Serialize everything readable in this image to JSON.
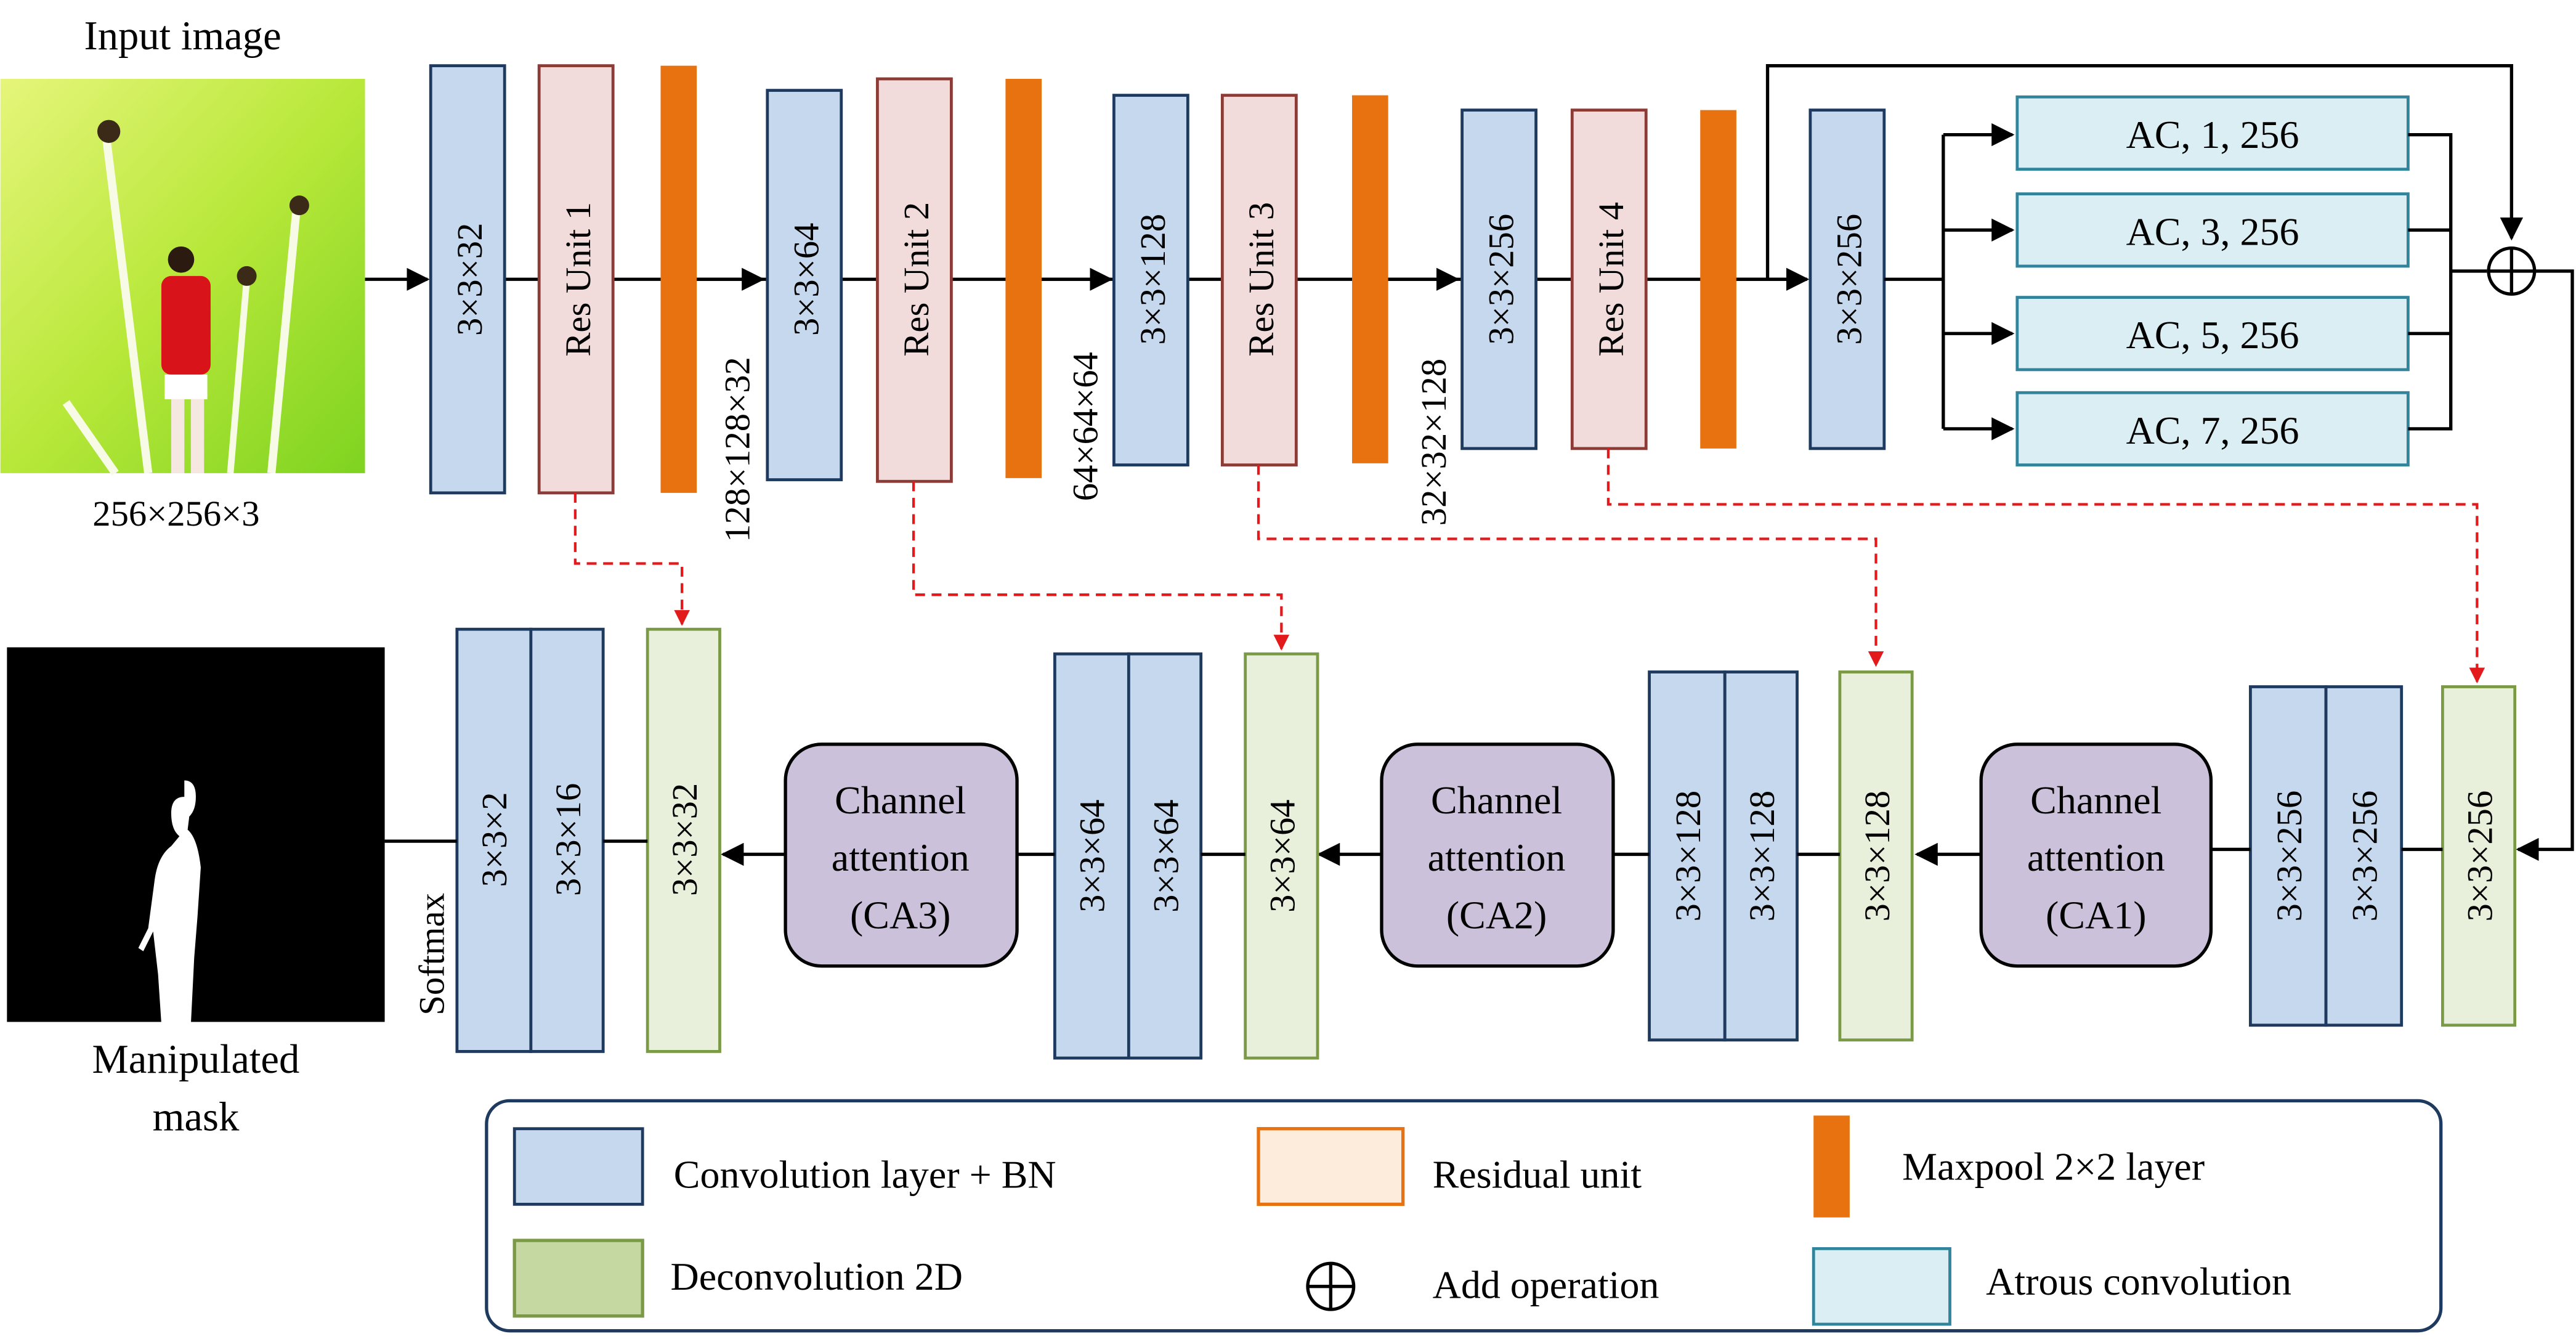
{
  "input": {
    "title": "Input image",
    "dims": "256×256×3"
  },
  "output": {
    "title_line1": "Manipulated",
    "title_line2": "mask",
    "activation": "Softmax"
  },
  "encoder": {
    "blocks": [
      {
        "conv": "3×3×32",
        "res": "Res  Unit 1",
        "out_dims": "128×128×32"
      },
      {
        "conv": "3×3×64",
        "res": "Res  Unit 2",
        "out_dims": "64×64×64"
      },
      {
        "conv": "3×3×128",
        "res": "Res  Unit 3",
        "out_dims": "32×32×128"
      },
      {
        "conv": "3×3×256",
        "res": "Res  Unit 4"
      }
    ]
  },
  "bridge": {
    "conv": "3×3×256",
    "atrous": [
      "AC, 1, 256",
      "AC, 3, 256",
      "AC, 5, 256",
      "AC, 7, 256"
    ],
    "add_symbol": "⊕"
  },
  "decoder": {
    "stages": [
      {
        "deconv": "3×3×256",
        "convs": [
          "3×3×256",
          "3×3×256"
        ],
        "ca": [
          "Channel",
          "attention",
          "(CA1)"
        ]
      },
      {
        "deconv": "3×3×128",
        "convs": [
          "3×3×128",
          "3×3×128"
        ],
        "ca": [
          "Channel",
          "attention",
          "(CA2)"
        ]
      },
      {
        "deconv": "3×3×64",
        "convs": [
          "3×3×64",
          "3×3×64"
        ],
        "ca": [
          "Channel",
          "attention",
          "(CA3)"
        ]
      },
      {
        "deconv": "3×3×32",
        "convs": [
          "3×3×2",
          "3×3×16"
        ]
      }
    ]
  },
  "legend": {
    "items": [
      {
        "label": "Convolution layer + BN",
        "kind": "conv"
      },
      {
        "label": "Residual unit",
        "kind": "res"
      },
      {
        "label": "Maxpool 2×2 layer",
        "kind": "pool"
      },
      {
        "label": "Deconvolution 2D",
        "kind": "deconv"
      },
      {
        "label": "Add operation",
        "kind": "add"
      },
      {
        "label": "Atrous convolution",
        "kind": "atrous"
      }
    ],
    "add_symbol": "⊕"
  },
  "colors": {
    "conv": "#c5d8ee",
    "residual": "#f2dcdb",
    "maxpool": "#e8720f",
    "deconv": "#e8f0dc",
    "atrous": "#daeef3",
    "channel_attention": "#ccc1da",
    "skip_connection": "#e31a1c"
  }
}
